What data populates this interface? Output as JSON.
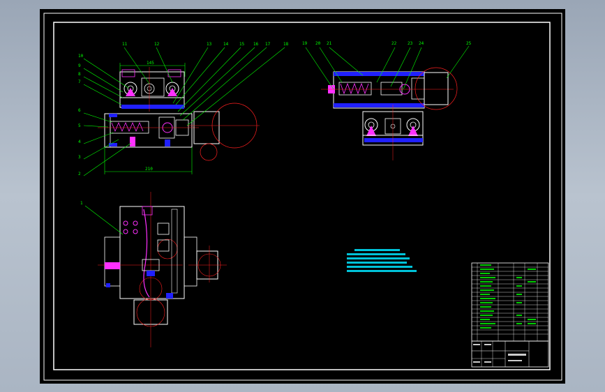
{
  "part_numbers": {
    "p1": "1",
    "p2": "2",
    "p3": "3",
    "p4": "4",
    "p5": "5",
    "p6": "6",
    "p7": "7",
    "p8": "8",
    "p9": "9",
    "p10": "10",
    "p11": "11",
    "p12": "12",
    "p13": "13",
    "p14": "14",
    "p15": "15",
    "p16": "16",
    "p17": "17",
    "p18": "18",
    "p19": "19",
    "p20": "20",
    "p21": "21",
    "p22": "22",
    "p23": "23",
    "p24": "24",
    "p25": "25"
  },
  "dimensions": {
    "top_width": "145",
    "bottom_width": "210"
  },
  "colors": {
    "outline": "#ffffff",
    "leader": "#00ff00",
    "center": "#ff2020",
    "hatch": "#2020ff",
    "parts": "#ff30ff",
    "notes": "#00e5ff",
    "frame": "#ffffff"
  }
}
